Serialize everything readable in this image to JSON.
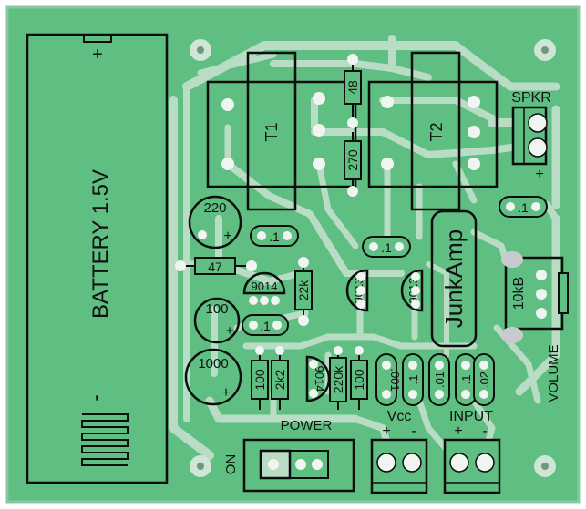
{
  "board": {
    "title": "JunkAmp",
    "battery_label": "BATTERY 1.5V",
    "battery_plus": "+",
    "battery_minus": "-",
    "colors": {
      "board": "#5fbf82",
      "copper": "#b8dcc4",
      "silk": "#0d0d0d",
      "pad": "#f1f5f1",
      "hole": "#6e9a7c"
    }
  },
  "transformers": [
    {
      "id": "t1",
      "label": "T1"
    },
    {
      "id": "t2",
      "label": "T2"
    }
  ],
  "resistors": [
    {
      "id": "r48",
      "label": "48"
    },
    {
      "id": "r270",
      "label": "270"
    },
    {
      "id": "r47",
      "label": "47"
    },
    {
      "id": "r22k",
      "label": "22k"
    },
    {
      "id": "r100a",
      "label": "100"
    },
    {
      "id": "r2k2",
      "label": "2k2"
    },
    {
      "id": "r220k",
      "label": "220k"
    },
    {
      "id": "r100b",
      "label": "100"
    }
  ],
  "capacitors": [
    {
      "id": "c220",
      "label": "220",
      "plus": "+"
    },
    {
      "id": "c100",
      "label": "100",
      "plus": "+"
    },
    {
      "id": "c1000",
      "label": "1000",
      "plus": "+"
    },
    {
      "id": "c1a",
      "label": ".1"
    },
    {
      "id": "c1b",
      "label": ".1"
    },
    {
      "id": "c1c",
      "label": ".1"
    },
    {
      "id": "c1d",
      "label": ".1"
    },
    {
      "id": "c001",
      "label": ".001"
    },
    {
      "id": "c1e",
      "label": ".1"
    },
    {
      "id": "c01",
      "label": ".01"
    },
    {
      "id": "c1f",
      "label": ".1"
    },
    {
      "id": "c02",
      "label": ".02"
    }
  ],
  "transistors": [
    {
      "id": "q1",
      "label": "9014"
    },
    {
      "id": "q2",
      "label": "9013"
    },
    {
      "id": "q3",
      "label": "9013"
    },
    {
      "id": "q4",
      "label": "9014"
    }
  ],
  "connectors": {
    "spkr": "SPKR",
    "spkr_plus": "+",
    "vcc": "Vcc",
    "vcc_plus": "+",
    "vcc_minus": "-",
    "input": "INPUT",
    "input_plus": "+",
    "input_minus": "-",
    "power": "POWER",
    "on": "ON",
    "volume": "VOLUME",
    "pot": "10kB"
  }
}
